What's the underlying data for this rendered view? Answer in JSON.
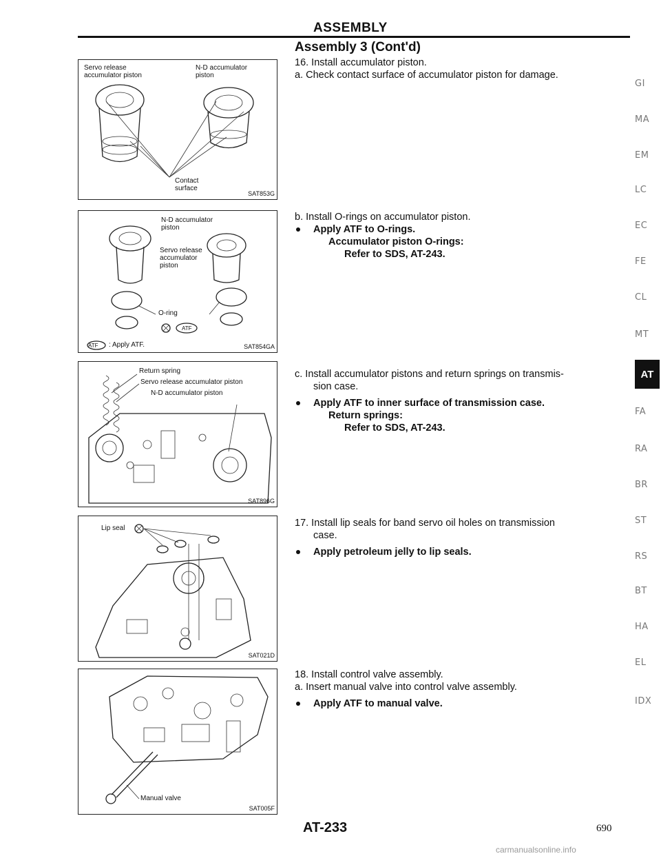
{
  "header": {
    "title": "ASSEMBLY",
    "subtitle": "Assembly 3 (Cont'd)"
  },
  "figures": [
    {
      "labels": [
        "Servo release\naccumulator piston",
        "N-D accumulator\npiston",
        "Contact\nsurface"
      ],
      "code": "SAT853G"
    },
    {
      "labels": [
        "N-D accumulator\npiston",
        "Servo release\naccumulator\npiston",
        "O-ring",
        "ATF",
        ": Apply ATF."
      ],
      "code": "SAT854GA"
    },
    {
      "labels": [
        "Return spring",
        "Servo release accumulator piston",
        "N-D accumulator piston"
      ],
      "code": "SAT896G"
    },
    {
      "labels": [
        "Lip seal"
      ],
      "code": "SAT021D"
    },
    {
      "labels": [
        "Manual valve"
      ],
      "code": "SAT005F"
    }
  ],
  "steps": {
    "s16": "16.  Install accumulator piston.",
    "s16a": "a.   Check contact surface of accumulator piston for damage.",
    "s16b": "b.   Install O-rings on accumulator piston.",
    "s16b_bullet": "Apply ATF to O-rings.",
    "s16b_sub1": "Accumulator piston O-rings:",
    "s16b_sub2": "Refer to SDS, AT-243.",
    "s16c_1": "c.   Install accumulator pistons and return springs on transmis-",
    "s16c_2": "sion case.",
    "s16c_bullet": "Apply ATF to inner surface of transmission case.",
    "s16c_sub1": "Return springs:",
    "s16c_sub2": "Refer to SDS, AT-243.",
    "s17_1": "17.  Install lip seals for band servo oil holes on transmission",
    "s17_2": "case.",
    "s17_bullet": "Apply petroleum jelly to lip seals.",
    "s18": "18.  Install control valve assembly.",
    "s18a": "a.   Insert manual valve into control valve assembly.",
    "s18a_bullet": "Apply ATF to manual valve."
  },
  "side_tabs": [
    "GI",
    "MA",
    "EM",
    "LC",
    "EC",
    "FE",
    "CL",
    "MT",
    "AT",
    "FA",
    "RA",
    "BR",
    "ST",
    "RS",
    "BT",
    "HA",
    "EL",
    "IDX"
  ],
  "active_tab": "AT",
  "footer": {
    "page_code": "AT-233",
    "page_number": "690"
  },
  "watermark": "carmanualsonline.info"
}
